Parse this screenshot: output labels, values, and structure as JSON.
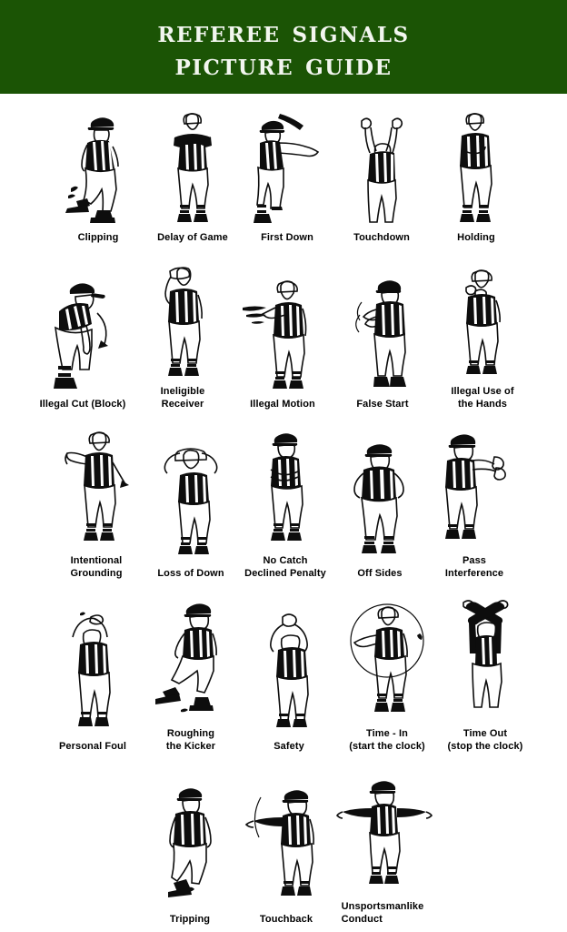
{
  "header": {
    "title_line1": "Referee Signals",
    "title_line2": "Picture Guide",
    "background_color": "#1b5405",
    "text_color": "#f2f6ef"
  },
  "colors": {
    "banner_green": "#1b5405",
    "ink_black": "#0d0d0d",
    "paper_white": "#ffffff"
  },
  "rows": [
    {
      "index": 1,
      "signals": [
        {
          "label": "Clipping",
          "icon": "referee-clipping-icon"
        },
        {
          "label": "Delay of Game",
          "icon": "referee-delay-of-game-icon"
        },
        {
          "label": "First Down",
          "icon": "referee-first-down-icon"
        },
        {
          "label": "Touchdown",
          "icon": "referee-touchdown-icon"
        },
        {
          "label": "Holding",
          "icon": "referee-holding-icon"
        }
      ]
    },
    {
      "index": 2,
      "signals": [
        {
          "label": "Illegal Cut (Block)",
          "icon": "referee-illegal-cut-icon"
        },
        {
          "label": "Ineligible\nReceiver",
          "icon": "referee-ineligible-receiver-icon"
        },
        {
          "label": "Illegal Motion",
          "icon": "referee-illegal-motion-icon"
        },
        {
          "label": "False Start",
          "icon": "referee-false-start-icon"
        },
        {
          "label": "Illegal Use of\nthe Hands",
          "icon": "referee-illegal-use-of-hands-icon"
        }
      ]
    },
    {
      "index": 3,
      "signals": [
        {
          "label": "Intentional\nGrounding",
          "icon": "referee-intentional-grounding-icon"
        },
        {
          "label": "Loss of Down",
          "icon": "referee-loss-of-down-icon"
        },
        {
          "label": "No Catch\nDeclined Penalty",
          "icon": "referee-no-catch-icon"
        },
        {
          "label": "Off Sides",
          "icon": "referee-off-sides-icon"
        },
        {
          "label": "Pass\nInterference",
          "icon": "referee-pass-interference-icon"
        }
      ]
    },
    {
      "index": 4,
      "signals": [
        {
          "label": "Personal Foul",
          "icon": "referee-personal-foul-icon"
        },
        {
          "label": "Roughing\nthe Kicker",
          "icon": "referee-roughing-the-kicker-icon"
        },
        {
          "label": "Safety",
          "icon": "referee-safety-icon"
        },
        {
          "label": "Time - In\n(start the clock)",
          "icon": "referee-time-in-icon"
        },
        {
          "label": "Time   Out\n(stop the clock)",
          "icon": "referee-time-out-icon"
        }
      ]
    },
    {
      "index": 5,
      "signals": [
        {
          "label": "Tripping",
          "icon": "referee-tripping-icon"
        },
        {
          "label": "Touchback",
          "icon": "referee-touchback-icon"
        },
        {
          "label": "Unsportsmanlike\nConduct",
          "icon": "referee-unsportsmanlike-conduct-icon"
        }
      ]
    }
  ]
}
